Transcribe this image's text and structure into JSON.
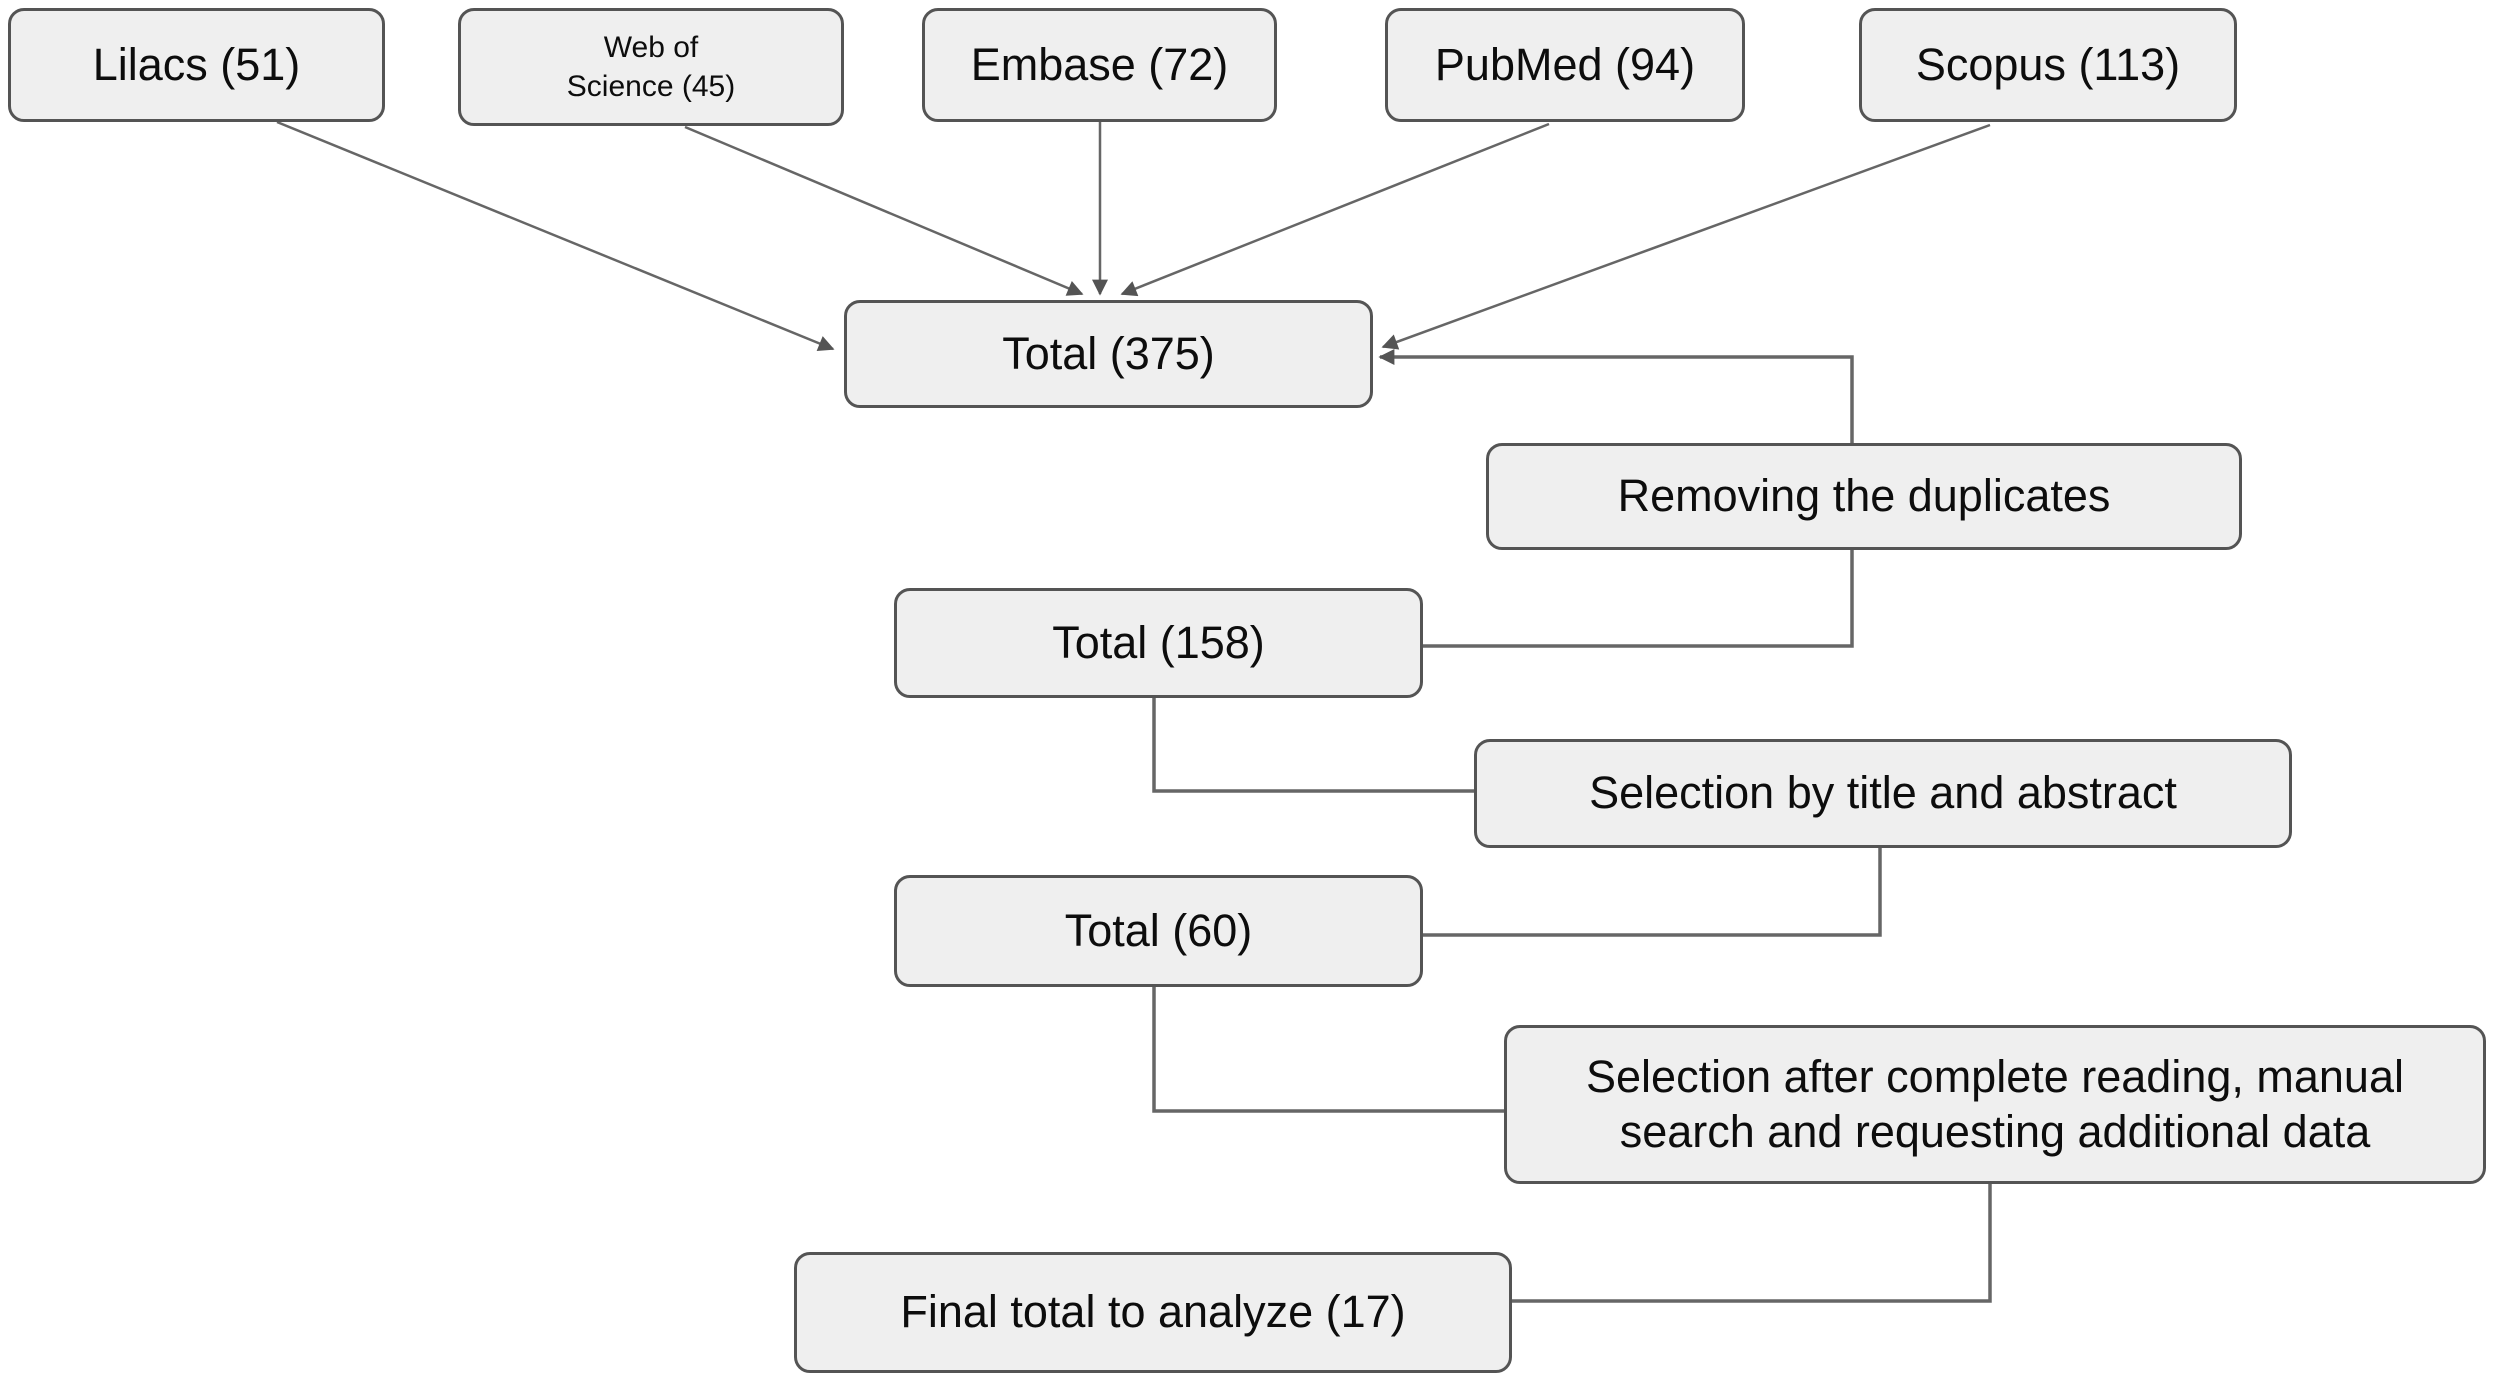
{
  "nodes": {
    "lilacs": {
      "label": "Lilacs (51)"
    },
    "web_of_science": {
      "label": "Web of\nScience (45)"
    },
    "embase": {
      "label": "Embase (72)"
    },
    "pubmed": {
      "label": "PubMed (94)"
    },
    "scopus": {
      "label": "Scopus (113)"
    },
    "total_initial": {
      "label": "Total (375)"
    },
    "removing_duplicates": {
      "label": "Removing the duplicates"
    },
    "total_after_dedup": {
      "label": "Total (158)"
    },
    "selection_title_abstract": {
      "label": "Selection by title and abstract"
    },
    "total_after_screening": {
      "label": "Total (60)"
    },
    "selection_full_reading": {
      "label": "Selection after complete reading, manual\nsearch and requesting additional data"
    },
    "final_total": {
      "label": "Final total to analyze (17)"
    }
  },
  "colors": {
    "background": "#ffffff",
    "box_fill": "#efefef",
    "box_border": "#545454",
    "connector": "#666666",
    "text": "#0d0d0d"
  }
}
